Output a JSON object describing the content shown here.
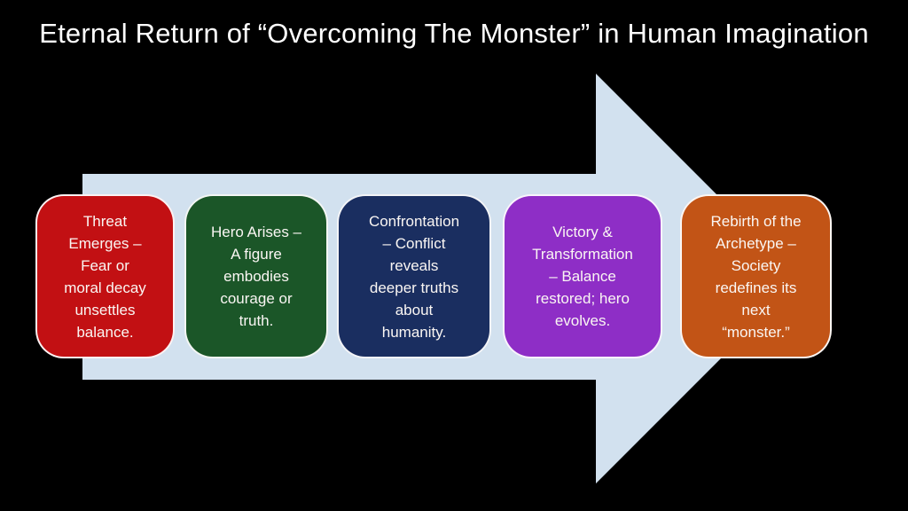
{
  "slide": {
    "title": "Eternal Return of “Overcoming The Monster” in Human Imagination",
    "background_color": "#000000",
    "title_color": "#ffffff",
    "stage_text_color": "#faf6f3"
  },
  "arrow": {
    "shape": "right-arrow",
    "fill": "#D2E1EF"
  },
  "stages": [
    {
      "id": "threat-emerges",
      "color": "#C21013",
      "text": "Threat\nEmerges –\nFear or\nmoral decay\nunsettles\nbalance."
    },
    {
      "id": "hero-arises",
      "color": "#1B5628",
      "text": "Hero Arises –\nA figure\nembodies\ncourage or\ntruth."
    },
    {
      "id": "confrontation",
      "color": "#1A2E60",
      "text": "Confrontation\n– Conflict\nreveals\ndeeper truths\nabout\nhumanity."
    },
    {
      "id": "victory-transformation",
      "color": "#8E2EC6",
      "text": "Victory &\nTransformation\n– Balance\nrestored; hero\nevolves."
    },
    {
      "id": "rebirth-of-archetype",
      "color": "#C25416",
      "text": "Rebirth of the\nArchetype –\nSociety\nredefines its\nnext\n“monster.”"
    }
  ]
}
